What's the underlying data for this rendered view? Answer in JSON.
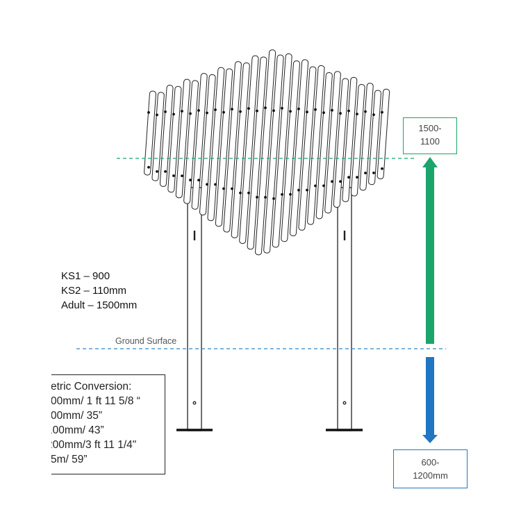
{
  "labels": {
    "ks1": "KS1 – 900",
    "ks2": "KS2 – 110mm",
    "adult": "Adult – 1500mm",
    "ground_surface": "Ground Surface"
  },
  "dimension_above": {
    "line1": "1500-",
    "line2": "1100",
    "color": "#1aa56a"
  },
  "dimension_below": {
    "line1": "600-",
    "line2": "1200mm",
    "color": "#1f76c2"
  },
  "metric_conversion": {
    "title": "etric Conversion:",
    "rows": [
      "00mm/ 1 ft  11 5/8 “",
      "00mm/ 35”",
      "100mm/ 43”",
      "200mm/3 ft  11 1/4\"",
      "5m/ 59”"
    ]
  }
}
